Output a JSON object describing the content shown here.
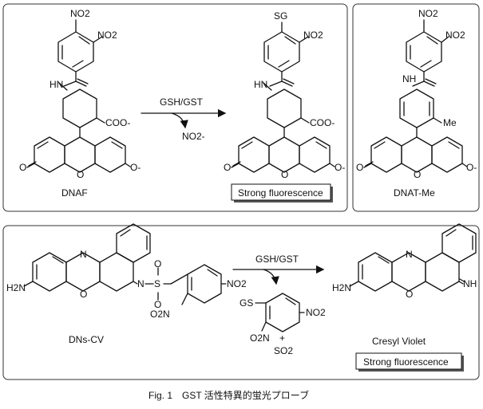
{
  "panels": {
    "top_left": {
      "reactant_name": "DNAF",
      "reagent": "GSH/GST",
      "byproduct": "NO2-",
      "badge": "Strong fluorescence"
    },
    "top_right": {
      "compound_name": "DNAT-Me"
    },
    "bottom": {
      "reactant_name": "DNs-CV",
      "reagent": "GSH/GST",
      "product_name": "Cresyl Violet",
      "badge": "Strong fluorescence",
      "plus": "+",
      "byproduct_so2": "SO2"
    }
  },
  "atoms": {
    "no2": "NO2",
    "nh": "NH",
    "hn": "HN",
    "coo": "COO-",
    "o": "O",
    "o_minus": "O-",
    "n": "N",
    "s": "S",
    "sg": "SG",
    "gs": "GS",
    "me": "Me",
    "h2n": "H2N",
    "o2n": "O2N"
  },
  "caption": "Fig. 1　GST 活性特異的蛍光プローブ"
}
